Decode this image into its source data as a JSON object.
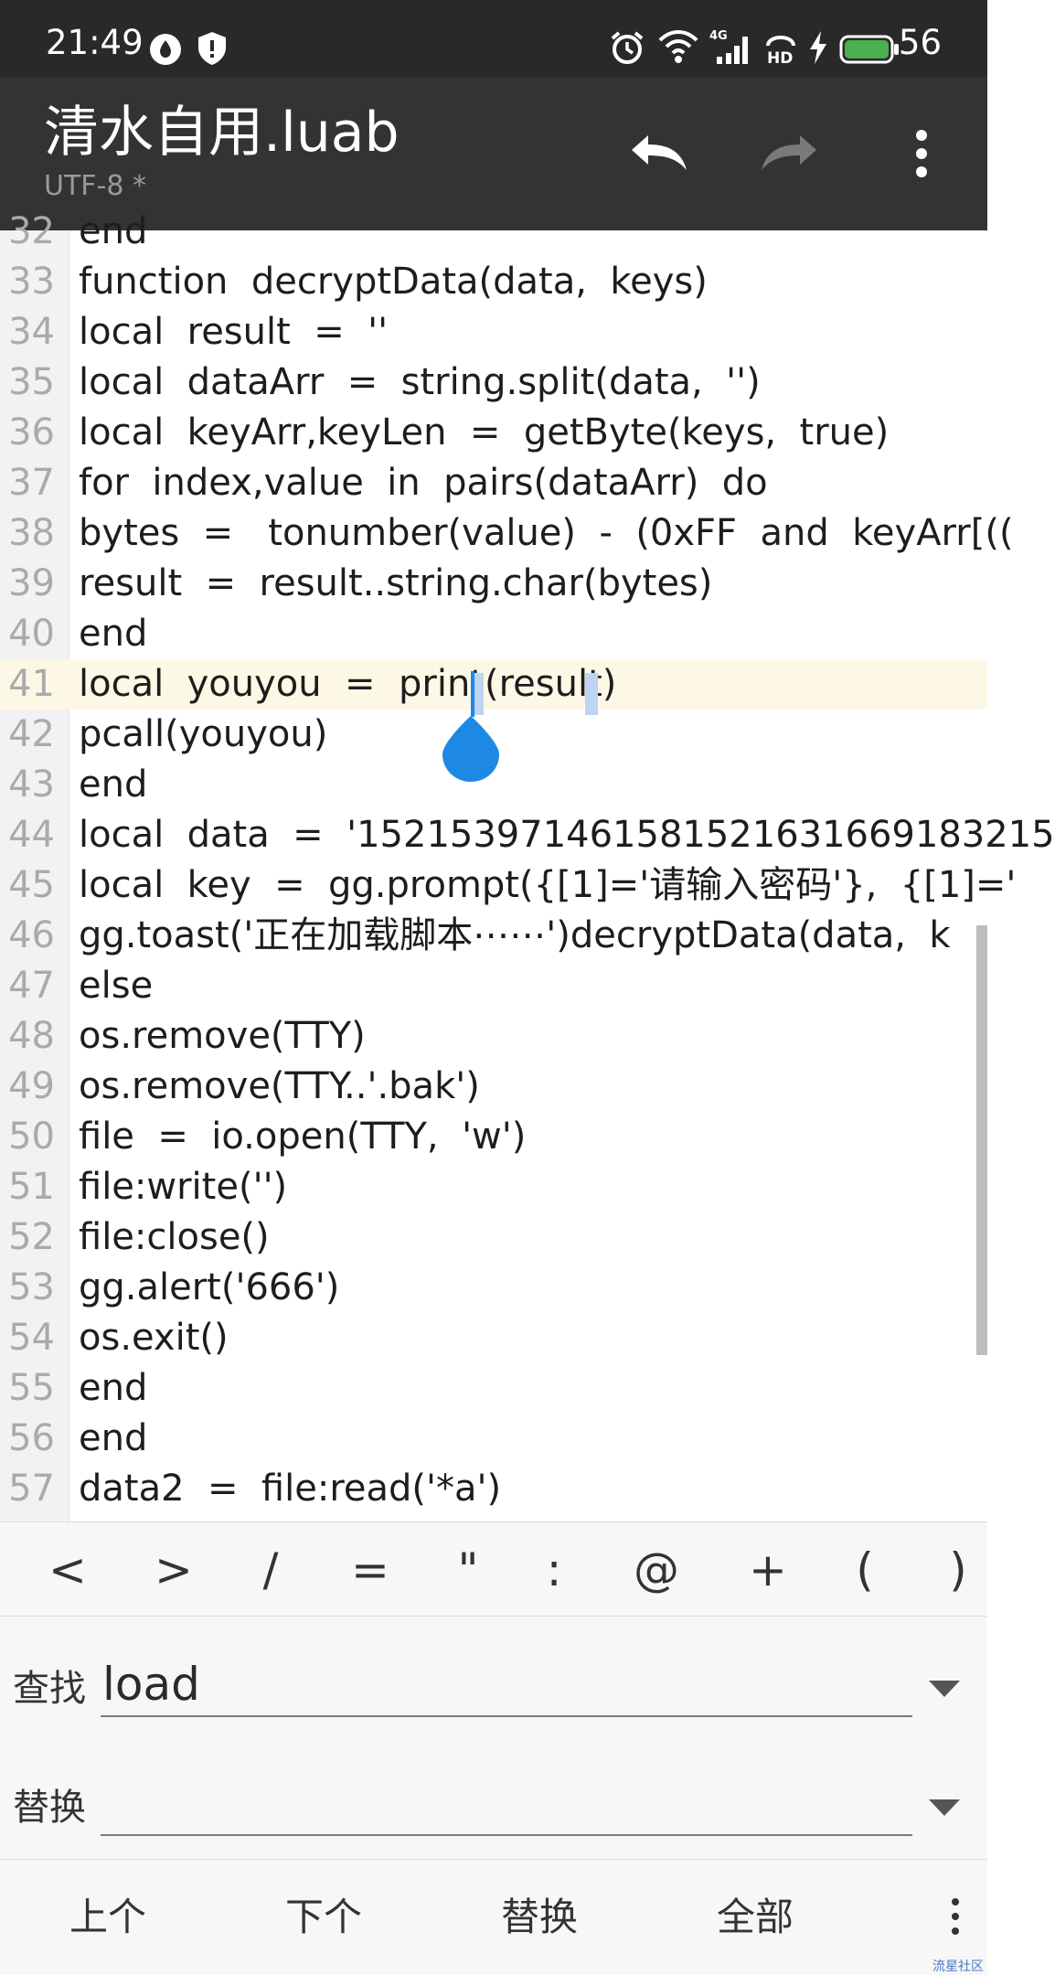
{
  "status_bar": {
    "time": "21:49",
    "network": "4G",
    "hd": "HD",
    "battery": "56"
  },
  "toolbar": {
    "title": "清水自用.luab",
    "encoding": "UTF-8 *"
  },
  "editor": {
    "current_line": 41,
    "lines": [
      {
        "n": "32",
        "code": "end"
      },
      {
        "n": "33",
        "code": "function  decryptData(data,  keys)"
      },
      {
        "n": "34",
        "code": "local  result  =  ''"
      },
      {
        "n": "35",
        "code": "local  dataArr  =  string.split(data,  '')"
      },
      {
        "n": "36",
        "code": "local  keyArr,keyLen  =  getByte(keys,  true)"
      },
      {
        "n": "37",
        "code": "for  index,value  in  pairs(dataArr)  do"
      },
      {
        "n": "38",
        "code": "bytes  =   tonumber(value)  -  (0xFF  and  keyArr[(("
      },
      {
        "n": "39",
        "code": "result  =  result..string.char(bytes)"
      },
      {
        "n": "40",
        "code": "end"
      },
      {
        "n": "41",
        "code": "local  youyou  =  print(result)"
      },
      {
        "n": "42",
        "code": "pcall(youyou)"
      },
      {
        "n": "43",
        "code": "end"
      },
      {
        "n": "44",
        "code": "local  data  =  '152153971461581521631669183215"
      },
      {
        "n": "45",
        "code": "local  key  =  gg.prompt({[1]='请输入密码'},  {[1]='"
      },
      {
        "n": "46",
        "code": "gg.toast('正在加载脚本⋯⋯')decryptData(data,  k"
      },
      {
        "n": "47",
        "code": "else"
      },
      {
        "n": "48",
        "code": "os.remove(TTY)"
      },
      {
        "n": "49",
        "code": "os.remove(TTY..'.bak')"
      },
      {
        "n": "50",
        "code": "file  =  io.open(TTY,  'w')"
      },
      {
        "n": "51",
        "code": "file:write('')"
      },
      {
        "n": "52",
        "code": "file:close()"
      },
      {
        "n": "53",
        "code": "gg.alert('666')"
      },
      {
        "n": "54",
        "code": "os.exit()"
      },
      {
        "n": "55",
        "code": "end"
      },
      {
        "n": "56",
        "code": "end"
      },
      {
        "n": "57",
        "code": "data2  =  file:read('*a')"
      }
    ]
  },
  "symbols": [
    "<",
    ">",
    "/",
    "=",
    "\"",
    ":",
    "@",
    "+",
    "(",
    ")"
  ],
  "find_replace": {
    "find_label": "查找",
    "find_value": "load",
    "replace_label": "替换",
    "replace_value": ""
  },
  "actions": {
    "prev": "上个",
    "next": "下个",
    "replace": "替换",
    "all": "全部"
  },
  "watermark": "流星社区",
  "colors": {
    "status_bar": "#292929",
    "toolbar": "#333333",
    "accent": "#1e88e5",
    "battery": "#4caf50",
    "current_line": "#fdf8e6"
  }
}
